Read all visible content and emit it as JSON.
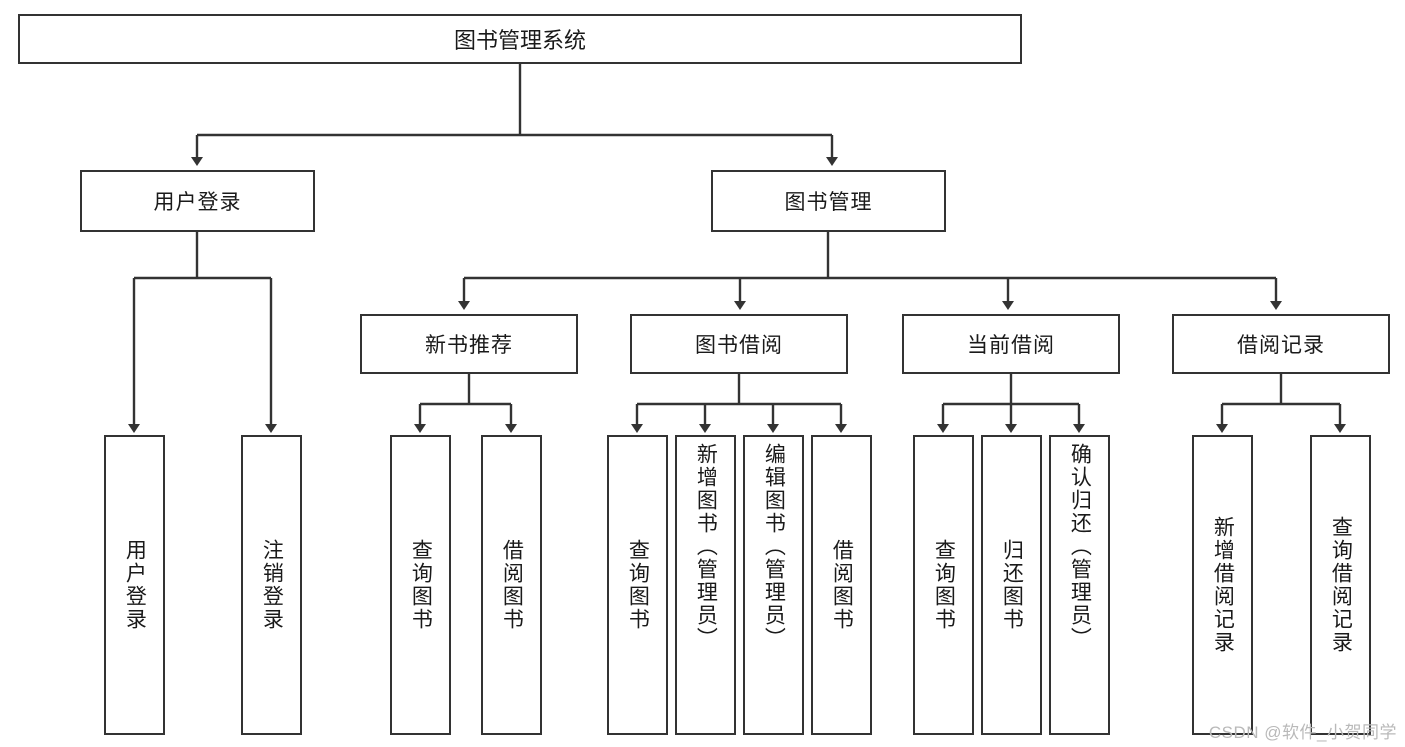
{
  "diagram": {
    "type": "tree",
    "title": "图书管理系统",
    "theme": {
      "background": "#ffffff",
      "box_border": "#333333",
      "box_fill": "#ffffff",
      "text": "#1a1a1a",
      "connector": "#333333",
      "watermark": "#b9b9b9"
    },
    "root": {
      "label": "图书管理系统"
    },
    "level2": [
      {
        "label": "用户登录"
      },
      {
        "label": "图书管理"
      }
    ],
    "level3": [
      {
        "label": "新书推荐"
      },
      {
        "label": "图书借阅"
      },
      {
        "label": "当前借阅"
      },
      {
        "label": "借阅记录"
      }
    ],
    "leaves": {
      "user_login": [
        {
          "label": "用户登录"
        },
        {
          "label": "注销登录"
        }
      ],
      "new_book_recommend": [
        {
          "label": "查询图书"
        },
        {
          "label": "借阅图书"
        }
      ],
      "book_borrow": [
        {
          "label": "查询图书"
        },
        {
          "label": "新增图书（管理员）"
        },
        {
          "label": "编辑图书（管理员）"
        },
        {
          "label": "借阅图书"
        }
      ],
      "current_borrow": [
        {
          "label": "查询图书"
        },
        {
          "label": "归还图书"
        },
        {
          "label": "确认归还（管理员）"
        }
      ],
      "borrow_record": [
        {
          "label": "新增借阅记录"
        },
        {
          "label": "查询借阅记录"
        }
      ]
    },
    "watermark": "CSDN @软件_小贺同学"
  }
}
